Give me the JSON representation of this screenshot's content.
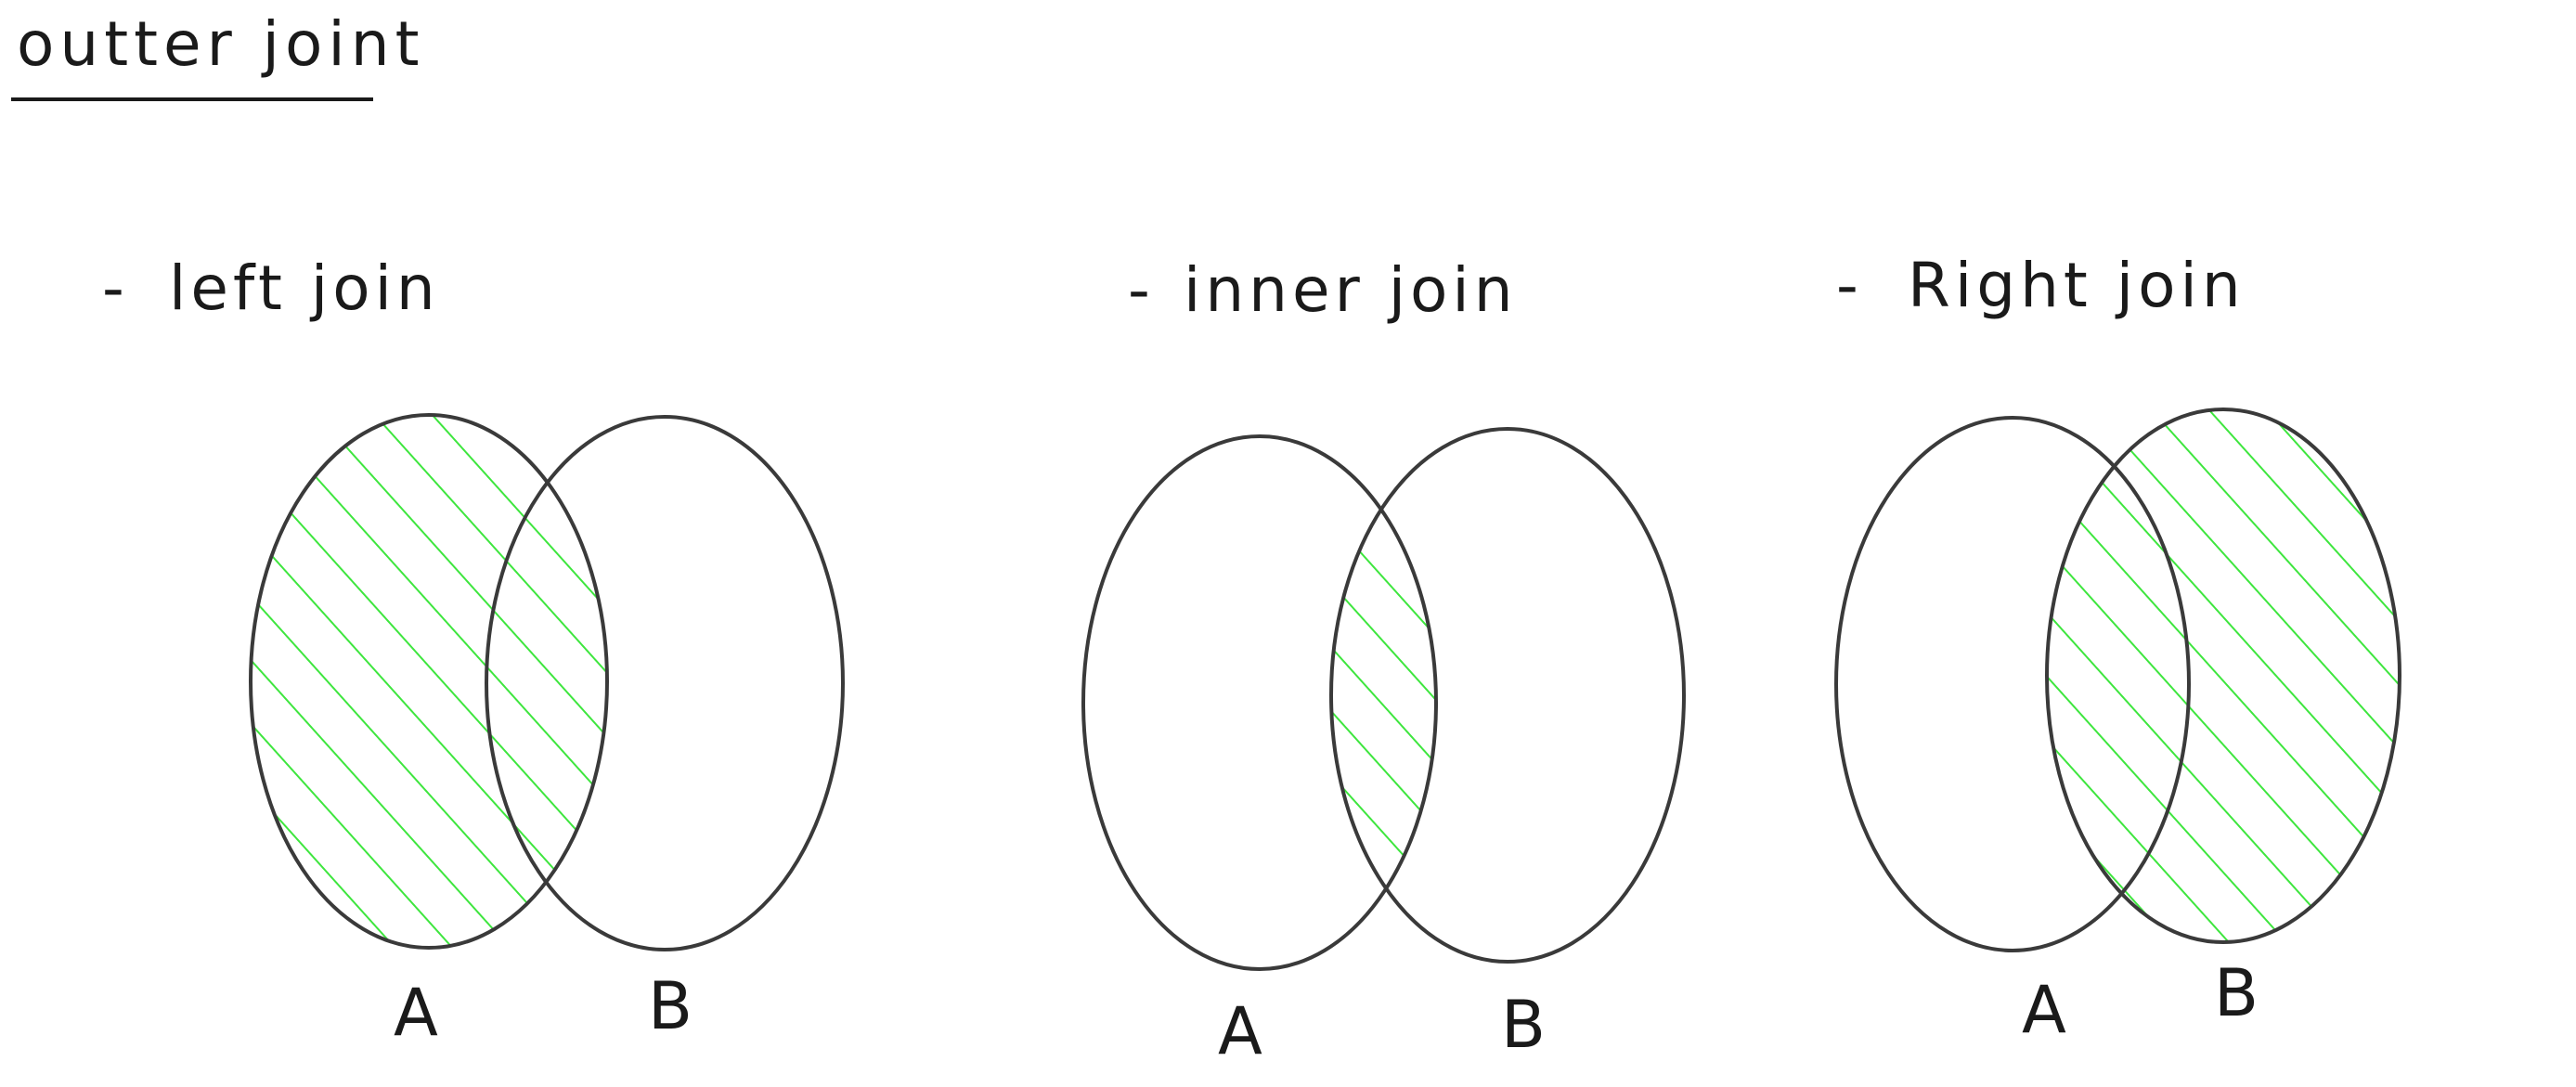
{
  "page": {
    "title": "outter joint"
  },
  "colors": {
    "ink": "#1a1a1a",
    "outline": "#3a3a3a",
    "hatch": "#3ee63e",
    "label": "#ee3030"
  },
  "diagrams": [
    {
      "id": "left-join",
      "dash": "-",
      "heading": "left join",
      "label_a": "A",
      "label_b": "B",
      "shaded": "A"
    },
    {
      "id": "inner-join",
      "dash": "-",
      "heading": "inner join",
      "label_a": "A",
      "label_b": "B",
      "shaded": "intersection"
    },
    {
      "id": "right-join",
      "dash": "-",
      "heading": "Right join",
      "label_a": "A",
      "label_b": "B",
      "shaded": "B"
    }
  ]
}
